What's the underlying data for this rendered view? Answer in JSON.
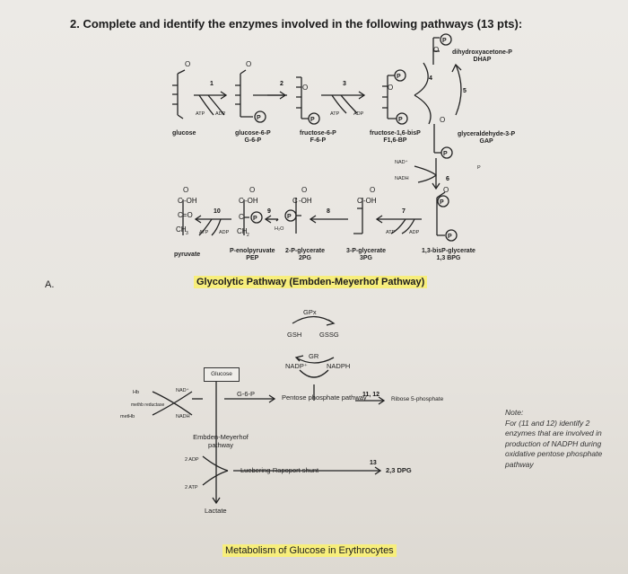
{
  "question": {
    "title": "2. Complete and identify the enzymes involved in the following pathways (13 pts):"
  },
  "section_a": {
    "label": "A."
  },
  "glycolysis": {
    "title": "Glycolytic Pathway (Embden-Meyerhof Pathway)",
    "metabolites": {
      "glucose": "glucose",
      "g6p": "glucose-6-P",
      "g6p_abbr": "G-6-P",
      "f6p": "fructose-6-P",
      "f6p_abbr": "F-6-P",
      "f16bp": "fructose-1,6-bisP",
      "f16bp_abbr": "F1,6-BP",
      "dhap": "dihydroxyacetone-P",
      "dhap_abbr": "DHAP",
      "gap": "glyceraldehyde-3-P",
      "gap_abbr": "GAP",
      "bpg13": "1,3-bisP-glycerate",
      "bpg13_abbr": "1,3 BPG",
      "pg3": "3-P-glycerate",
      "pg3_abbr": "3PG",
      "pg2": "2-P-glycerate",
      "pg2_abbr": "2PG",
      "pep": "P-enolpyruvate",
      "pep_abbr": "PEP",
      "pyruvate": "pyruvate"
    },
    "cofactors": {
      "atp": "ATP",
      "adp": "ADP",
      "nad": "NAD⁺",
      "nadh": "NADH",
      "h2o": "H₂O",
      "p": "P"
    },
    "steps": [
      "1",
      "2",
      "3",
      "4",
      "5",
      "6",
      "7",
      "8",
      "9",
      "10"
    ]
  },
  "erythrocyte": {
    "title": "Metabolism of Glucose in Erythrocytes",
    "glucose_box": "Glucose",
    "g6p": "G-6-P",
    "ppp": "Pentose phosphate pathway",
    "ppp_steps": "11, 12",
    "ribose": "Ribose 5-phosphate",
    "emp": "Embden-Meyerhof pathway",
    "adp2": "2 ADP",
    "atp2": "2 ATP",
    "lactate": "Lactate",
    "rl_shunt": "Luebering-Rapoport shunt",
    "rl_step": "13",
    "dpg": "2,3 DPG",
    "gpx": "GPx",
    "gsh": "GSH",
    "gssg": "GSSG",
    "gr": "GR",
    "nadp": "NADP⁺",
    "nadph": "NADPH",
    "nad": "NAD⁺",
    "nadh": "NADH",
    "hb": "Hb",
    "methb_reductase": "methb reductase",
    "methb": "metHb"
  },
  "note": {
    "text": "Note:\nFor (11 and 12) identify 2 enzymes that are involved in production of NADPH during oxidative pentose phosphate pathway"
  }
}
